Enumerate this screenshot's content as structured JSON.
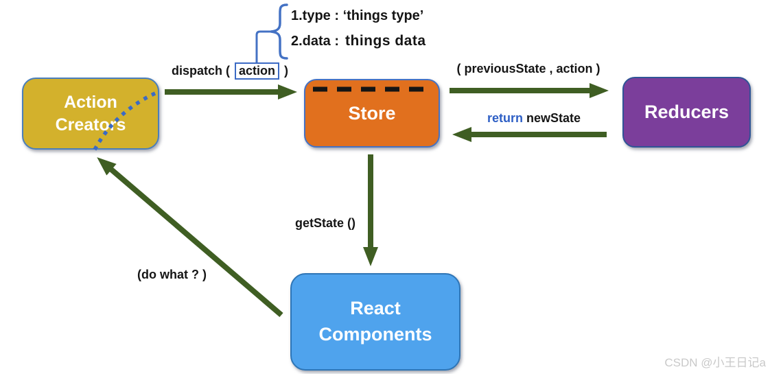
{
  "diagram_type": "redux-data-flow",
  "nodes": {
    "action_creators": {
      "label": "Action\nCreators",
      "fill": "#D3B12C"
    },
    "store": {
      "label": "Store",
      "fill": "#E1701E"
    },
    "reducers": {
      "label": "Reducers",
      "fill": "#7B3E9B"
    },
    "react_components": {
      "label": "React\nComponents",
      "fill": "#4FA3ED"
    }
  },
  "edges": {
    "dispatch": {
      "prefix": "dispatch (",
      "boxed": "action",
      "suffix": ")"
    },
    "store_to_reducers": {
      "label": "( previousState , action )"
    },
    "reducers_to_store": {
      "keyword": "return",
      "rest": "newState"
    },
    "store_to_react": {
      "label": "getState ()"
    },
    "react_to_action_creators": {
      "label": "(do what ? )"
    }
  },
  "annotation": {
    "line1": "1.type : ‘things type’",
    "line2_key": "2.data :",
    "line2_value": "things data"
  },
  "watermark": "CSDN @小王日记a",
  "colors": {
    "arrow_green": "#3F5E23",
    "annotation_blue": "#3B6AC4",
    "return_keyword_blue": "#2E5FC5",
    "store_dash_black": "#141414"
  }
}
